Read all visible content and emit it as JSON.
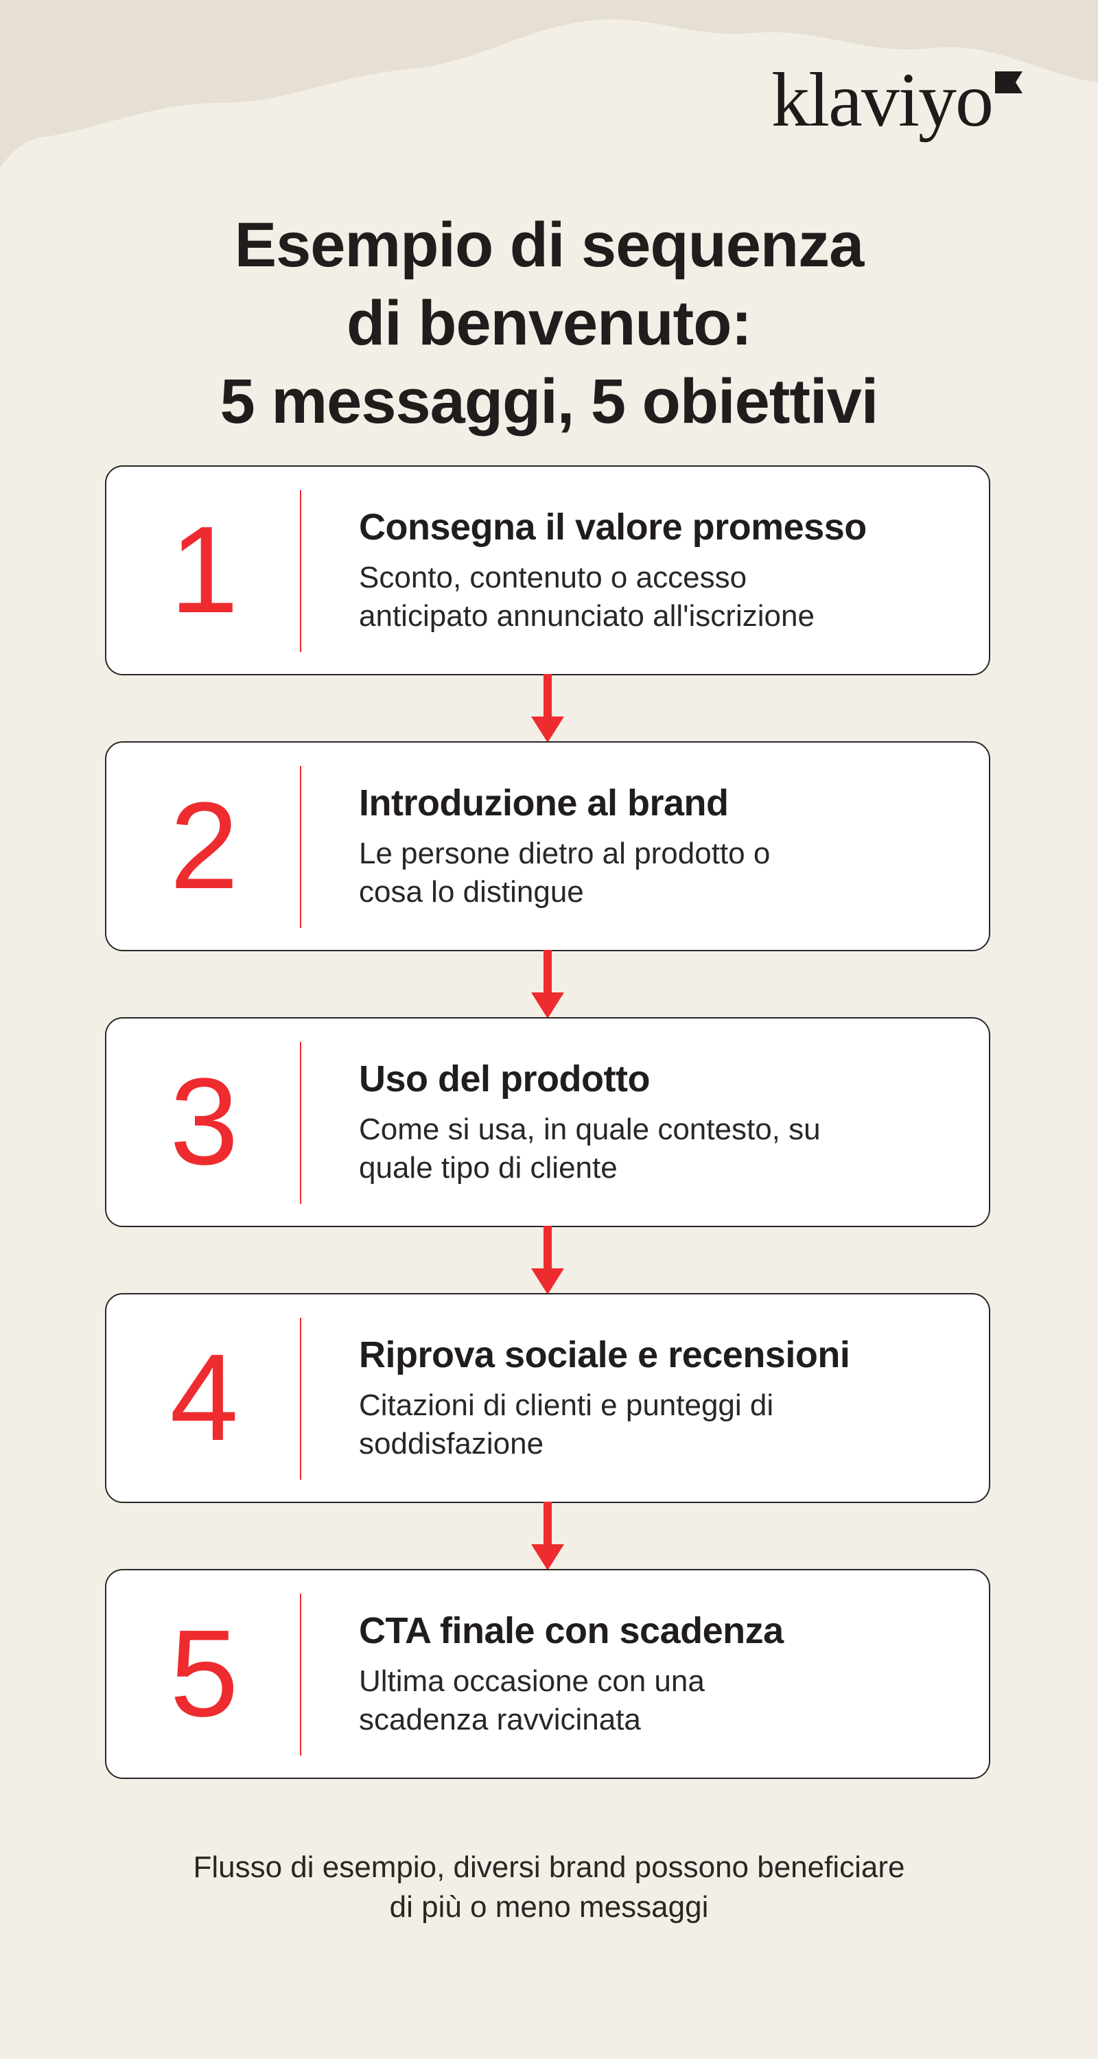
{
  "brand": {
    "logo_text": "klaviyo",
    "accent_color": "#ee2b2e",
    "background_color": "#f4efe6"
  },
  "title": {
    "line1": "Esempio di sequenza",
    "line2": "di benvenuto:",
    "line3": "5 messaggi, 5 obiettivi"
  },
  "steps": [
    {
      "number": "1",
      "heading": "Consegna il valore promesso",
      "desc_line1": "Sconto, contenuto o accesso",
      "desc_line2": "anticipato annunciato all'iscrizione"
    },
    {
      "number": "2",
      "heading": "Introduzione al brand",
      "desc_line1": "Le persone dietro al prodotto o",
      "desc_line2": "cosa lo distingue"
    },
    {
      "number": "3",
      "heading": "Uso del prodotto",
      "desc_line1": "Come si usa, in quale contesto, su",
      "desc_line2": "quale tipo di cliente"
    },
    {
      "number": "4",
      "heading": "Riprova sociale e recensioni",
      "desc_line1": "Citazioni di clienti e punteggi di",
      "desc_line2": "soddisfazione"
    },
    {
      "number": "5",
      "heading": "CTA finale con scadenza",
      "desc_line1": "Ultima occasione con una",
      "desc_line2": "scadenza ravvicinata"
    }
  ],
  "footnote": {
    "line1": "Flusso di esempio, diversi brand possono beneficiare",
    "line2": "di più o meno messaggi"
  }
}
